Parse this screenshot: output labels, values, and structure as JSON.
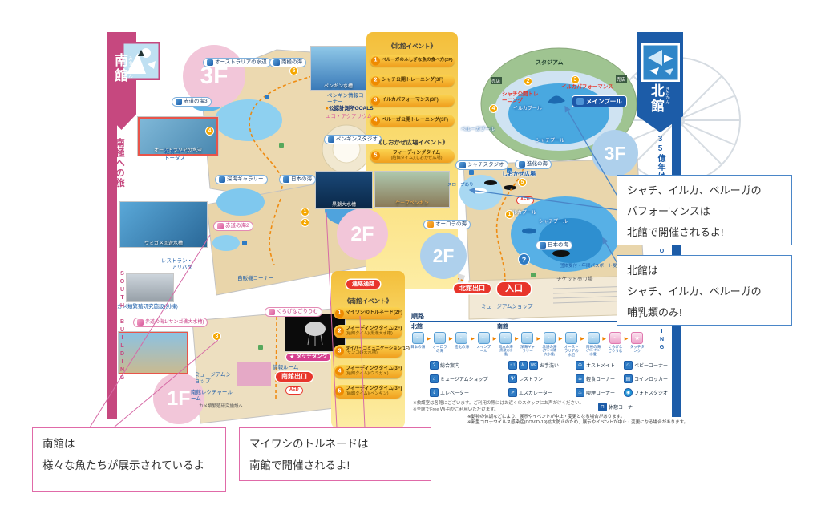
{
  "banners": {
    "south": {
      "title": "南館",
      "furigana": "みなみかん",
      "theme": "南極への旅",
      "en": "SOUTH BUILDING"
    },
    "north": {
      "title": "北館",
      "furigana": "きたかん",
      "theme": "35億年はるかなる旅",
      "en": "NORTH BUILDING"
    }
  },
  "floors": {
    "s3": "3F",
    "s2": "2F",
    "s1": "1F",
    "n3": "3F",
    "n2": "2F"
  },
  "events_north": {
    "header": "《北館イベント》",
    "items": [
      {
        "no": "1",
        "label": "ベルーガのふしぎな魚の食べ方(2F)"
      },
      {
        "no": "2",
        "label": "シャチ公開トレーニング(3F)"
      },
      {
        "no": "3",
        "label": "イルカパフォーマンス(3F)"
      },
      {
        "no": "4",
        "label": "ベルーガ公開トレーニング(3F)"
      }
    ]
  },
  "events_shiokaze": {
    "header": "《しおかぜ広場イベント》",
    "items": [
      {
        "no": "5",
        "label": "フィーディングタイム",
        "sub": "(給餌タイム)(しおかぜ広場)"
      }
    ],
    "photo_caption": "ケープペンギン",
    "plaza": "しおかぜ広場",
    "plaza_no": "5",
    "arrow": "←"
  },
  "events_south": {
    "header": "《南館イベント》",
    "items": [
      {
        "no": "1",
        "label": "マイワシのトルネード(2F)",
        "sub": ""
      },
      {
        "no": "2",
        "label": "フィーディングタイム(2F)",
        "sub": "(給餌タイム)(黒潮大水槽)"
      },
      {
        "no": "3",
        "label": "ダイバーコミュニケーション(1F)",
        "sub": "(サンゴ礁大水槽)"
      },
      {
        "no": "4",
        "label": "フィーディングタイム(3F)",
        "sub": "(給餌タイム)(ウミガメ)"
      },
      {
        "no": "5",
        "label": "フィーディングタイム(3F)",
        "sub": "(給餌タイム)(ペンギン)"
      }
    ]
  },
  "south_map": {
    "australia": "オーストラリアの水辺",
    "nankyoku": "南極の海",
    "penguin_tank": "ペンギン水槽",
    "sekido3": "赤道の海3",
    "penguin_info": "ペンギン情報コーナー",
    "goals": "公認計測所GOALS",
    "eco": "エコ・アクアリウム",
    "penguin_studio": "ペンギンスタジオ",
    "keishoku": "軽食コーナー・トータス",
    "shinkai": "深海ギャラリー",
    "nihon": "日本の海",
    "kuroshio": "黒潮大水槽",
    "renraku": "連絡通路",
    "sekido2": "赤道の海2",
    "jihanki": "自販機コーナー",
    "umigame": "ウミガメ回遊水槽",
    "restaurant": "レストラン・アリバダ",
    "kame": "カメ類繁殖研究施設(別棟)",
    "sekido1": "赤道の海1(サンゴ礁大水槽)",
    "kurage": "くらげなごりうむ",
    "touch": "タッチタンク",
    "joho": "情報ルーム",
    "museum": "ミュージアムショップ",
    "lecture": "南館レクチャールーム",
    "exit": "南館出口",
    "aed": "AED",
    "kame_link": "カメ類繁殖研究施設へ"
  },
  "north_map": {
    "stadium": "スタジアム",
    "baiten": "売店",
    "shachi_training": "シャチ公開トレーニング",
    "iruka_perf": "イルカパフォーマンス",
    "main_pool": "メインプール",
    "shachi_pool": "シャチプール",
    "iruka_pool": "イルカプール",
    "beluga_pool": "ベルーガプール",
    "shachi_studio": "シャチスタジオ",
    "shinka": "進化の海",
    "aurora": "オーロラの海",
    "nihon": "日本の海",
    "aed": "AED",
    "info": "?",
    "dantai": "団体受付・年間パスポート受付",
    "ticket": "チケット売り場",
    "exit": "北館出口",
    "entrance": "入口",
    "museum": "ミュージアムショップ",
    "slope": "スロープあり"
  },
  "badges": {
    "s1": "1",
    "s2": "2",
    "s3": "3",
    "s4": "4",
    "s5": "5",
    "n1": "1",
    "n2": "2",
    "n3": "3",
    "n4": "4"
  },
  "legend": {
    "header": "順路",
    "north": "北館",
    "south": "南館",
    "route": [
      {
        "name": "日本の海",
        "sub": ""
      },
      {
        "name": "オーロラの海",
        "sub": ""
      },
      {
        "name": "進化の海",
        "sub": ""
      },
      {
        "name": "メインプール",
        "sub": ""
      },
      {
        "name": "日本の海",
        "sub": "(黒潮大水槽)"
      },
      {
        "name": "深海ギャラリー",
        "sub": ""
      },
      {
        "name": "赤道の海",
        "sub": "(サンゴ礁大水槽)"
      },
      {
        "name": "オーストラリアの水辺",
        "sub": ""
      },
      {
        "name": "南極の海",
        "sub": "(ペンギン水槽)"
      },
      {
        "name": "くらげなごりうむ",
        "sub": ""
      },
      {
        "name": "タッチタンク",
        "sub": ""
      }
    ],
    "facilities": [
      {
        "glyphs": [
          "?"
        ],
        "label": "総合案内"
      },
      {
        "glyphs": [
          "♂♀",
          "♿",
          "WC"
        ],
        "label": "お手洗い"
      },
      {
        "glyphs": [
          "⊕"
        ],
        "label": "オストメイト"
      },
      {
        "glyphs": [
          "☺"
        ],
        "label": "ベビーコーナー"
      },
      {
        "glyphs": [
          "⌂"
        ],
        "label": "ミュージアムショップ"
      },
      {
        "glyphs": [
          "Ψ"
        ],
        "label": "レストラン"
      },
      {
        "glyphs": [
          "☕"
        ],
        "label": "軽食コーナー"
      },
      {
        "glyphs": [
          "▤"
        ],
        "label": "コインロッカー"
      },
      {
        "glyphs": [
          "⇕"
        ],
        "label": "エレベーター"
      },
      {
        "glyphs": [
          "⇗"
        ],
        "label": "エスカレーター"
      },
      {
        "glyphs": [
          "♨"
        ],
        "label": "喫煙コーナー"
      },
      {
        "glyphs": [
          "◉"
        ],
        "label": "フォトスタジオ"
      },
      {
        "glyphs": [
          "⊓"
        ],
        "label": "休憩コーナー"
      }
    ],
    "notes": [
      "※救護室は各館にございます。ご利用の際にはお近くのスタッフにお声がけください。",
      "※全館でFree Wi-Fiがご利用いただけます。",
      "※動物の体調などにより、展示やイベントが中止・変更となる場合があります。",
      "※新型コロナウイルス感染症(COVID-19)拡大防止のため、展示やイベントが中止・変更になる場合があります。"
    ]
  },
  "callouts": {
    "blue1": [
      "シャチ、イルカ、ベルーガの",
      "パフォーマンスは",
      "北館で開催されるよ!"
    ],
    "blue2": [
      "北館は",
      "シャチ、イルカ、ベルーガの",
      "哺乳類のみ!"
    ],
    "pink1": [
      "南館は",
      "様々な魚たちが展示されているよ"
    ],
    "pink2": [
      "マイワシのトルネードは",
      "南館で開催されるよ!"
    ]
  }
}
